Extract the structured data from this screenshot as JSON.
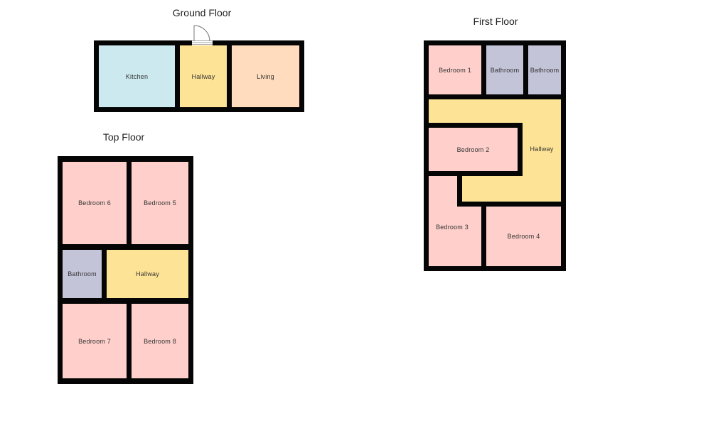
{
  "colors": {
    "wall": "#050505",
    "bedroom": "#ffd0cb",
    "bathroom": "#c4c4d9",
    "hallway": "#fde395",
    "kitchen": "#cce9ef",
    "living": "#ffdcbd"
  },
  "ground_floor": {
    "title": "Ground Floor",
    "rooms": [
      {
        "label": "Kitchen"
      },
      {
        "label": "Hallway"
      },
      {
        "label": "Living"
      }
    ],
    "door": "front-door"
  },
  "first_floor": {
    "title": "First Floor",
    "rooms": [
      {
        "label": "Bedroom 1"
      },
      {
        "label": "Bathroom"
      },
      {
        "label": "Bathroom"
      },
      {
        "label": "Bedroom 2"
      },
      {
        "label": "Hallway"
      },
      {
        "label": "Bedroom 3"
      },
      {
        "label": "Bedroom 4"
      }
    ]
  },
  "top_floor": {
    "title": "Top Floor",
    "rooms": [
      {
        "label": "Bedroom 6"
      },
      {
        "label": "Bedroom 5"
      },
      {
        "label": "Bathroom"
      },
      {
        "label": "Hallway"
      },
      {
        "label": "Bedroom 7"
      },
      {
        "label": "Bedroom 8"
      }
    ]
  }
}
